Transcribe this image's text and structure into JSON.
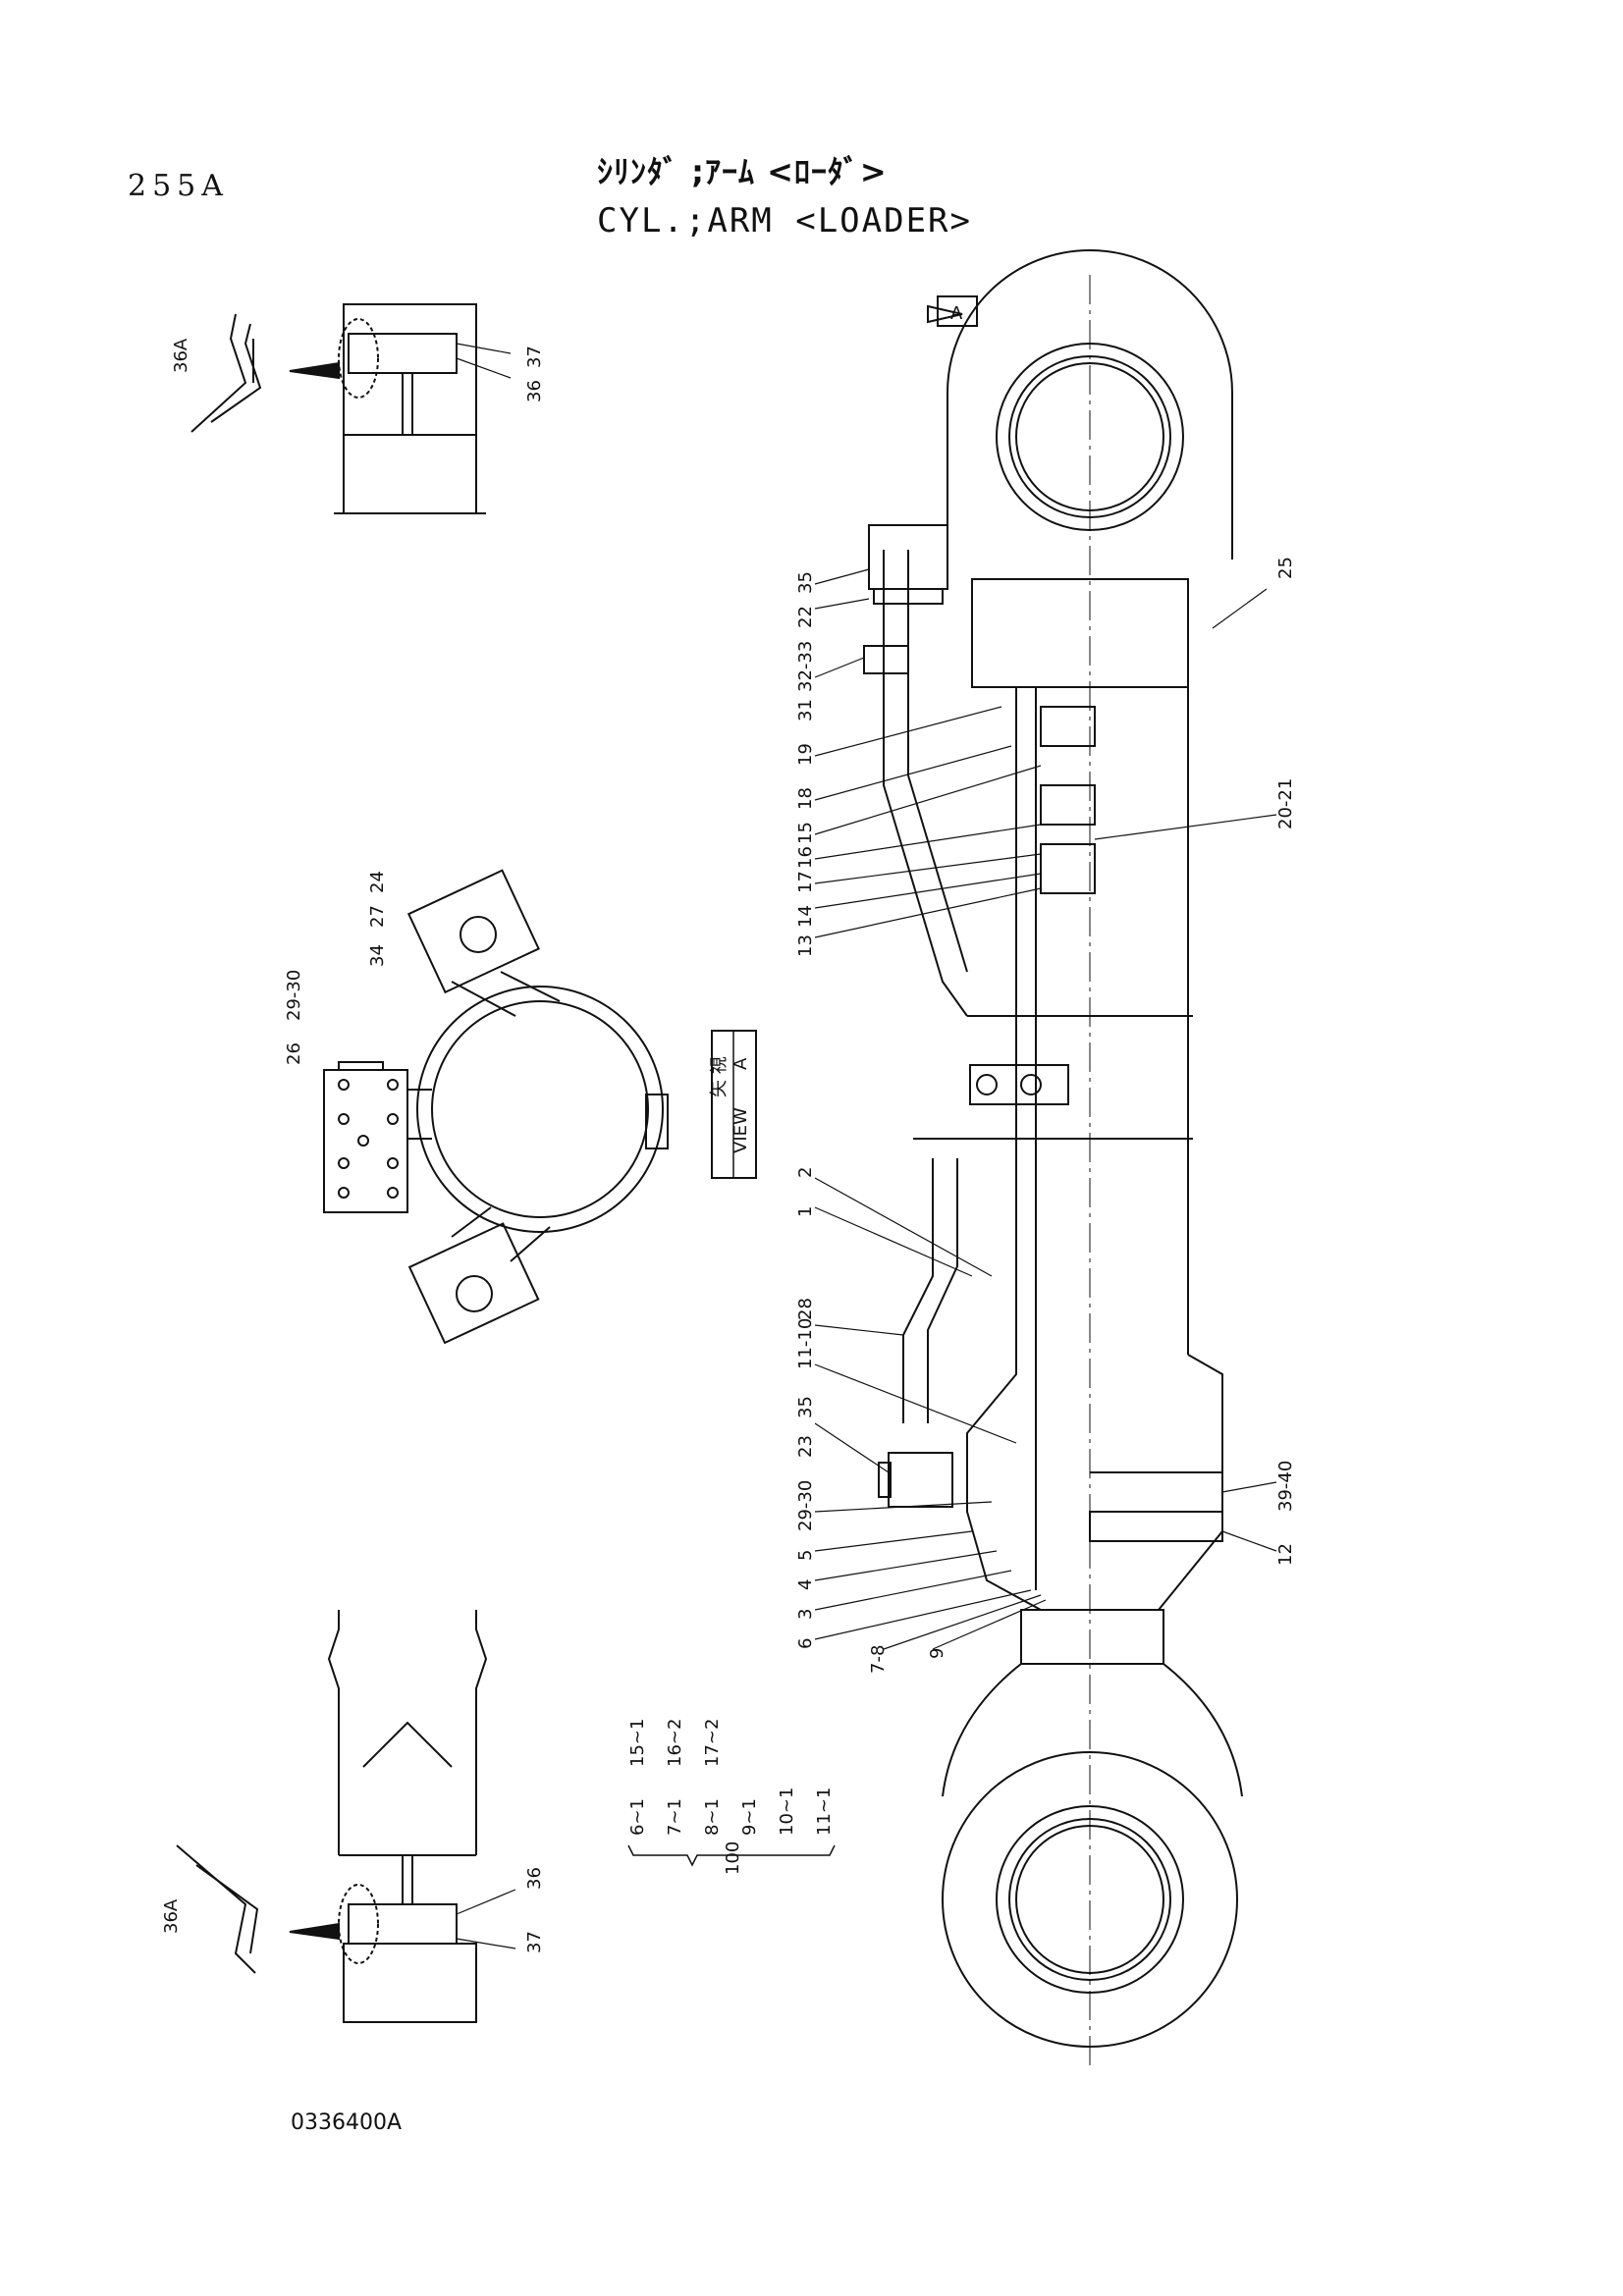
{
  "page_number": "255A",
  "title": {
    "japanese": "ｼﾘﾝﾀﾞ ;ｱｰﾑ <ﾛｰﾀﾞ>",
    "english": "CYL.;ARM <LOADER>"
  },
  "drawing_number": "0336400A",
  "view": {
    "marker": "A",
    "label_jp": "矢 視",
    "label_en": "VIEW",
    "label_letter": "A"
  },
  "callouts": {
    "detail_top": [
      "36A",
      "37",
      "36"
    ],
    "view_a": [
      "24",
      "27",
      "34",
      "26",
      "29-30"
    ],
    "main_top": [
      "35",
      "22",
      "32-33",
      "31",
      "19",
      "18",
      "15",
      "16",
      "17",
      "14",
      "13",
      "25",
      "20-21"
    ],
    "main_bottom": [
      "2",
      "1",
      "28",
      "11-10",
      "35",
      "23",
      "29-30",
      "5",
      "4",
      "3",
      "6",
      "7-8",
      "9",
      "12",
      "39-40"
    ],
    "detail_bottom": [
      "36A",
      "36",
      "37"
    ]
  },
  "kit": {
    "group_label": "100",
    "column1": [
      "6~1",
      "7~1",
      "8~1",
      "9~1",
      "10~1",
      "11~1"
    ],
    "column2": [
      "15~1",
      "16~2",
      "17~2"
    ]
  }
}
